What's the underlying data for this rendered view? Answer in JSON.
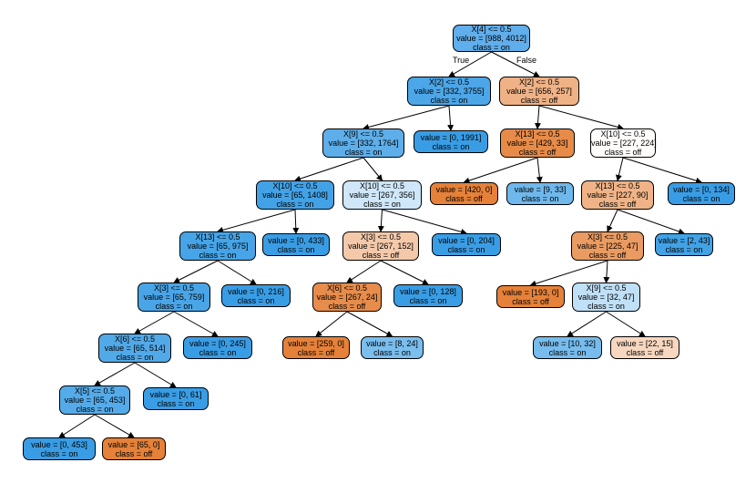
{
  "edge_labels": {
    "true_label": "True",
    "false_label": "False"
  },
  "nodes": {
    "n0": {
      "lines": [
        "X[4] <= 0.5",
        "value = [988, 4012]",
        "class = on"
      ],
      "color": "#60aeeb"
    },
    "n1": {
      "lines": [
        "X[2] <= 0.5",
        "value = [332, 3755]",
        "class = on"
      ],
      "color": "#4ca6e8"
    },
    "n2": {
      "lines": [
        "X[9] <= 0.5",
        "value = [332, 1764]",
        "class = on"
      ],
      "color": "#5eaeea"
    },
    "n3": {
      "lines": [
        "X[10] <= 0.5",
        "value = [65, 1408]",
        "class = on"
      ],
      "color": "#43a2e6"
    },
    "n4": {
      "lines": [
        "X[13] <= 0.5",
        "value = [65, 975]",
        "class = on"
      ],
      "color": "#46a4e7"
    },
    "n5": {
      "lines": [
        "X[3] <= 0.5",
        "value = [65, 759]",
        "class = on"
      ],
      "color": "#4aa5e7"
    },
    "n6": {
      "lines": [
        "X[6] <= 0.5",
        "value = [65, 514]",
        "class = on"
      ],
      "color": "#52a9e8"
    },
    "n7": {
      "lines": [
        "X[5] <= 0.5",
        "value = [65, 453]",
        "class = on"
      ],
      "color": "#55abe9"
    },
    "n8": {
      "lines": [
        "value = [0, 453]",
        "class = on"
      ],
      "color": "#399de5"
    },
    "n9": {
      "lines": [
        "value = [65, 0]",
        "class = off"
      ],
      "color": "#e58139"
    },
    "n10": {
      "lines": [
        "value = [0, 61]",
        "class = on"
      ],
      "color": "#399de5"
    },
    "n11": {
      "lines": [
        "value = [0, 245]",
        "class = on"
      ],
      "color": "#399de5"
    },
    "n12": {
      "lines": [
        "value = [0, 216]",
        "class = on"
      ],
      "color": "#399de5"
    },
    "n13": {
      "lines": [
        "value = [0, 433]",
        "class = on"
      ],
      "color": "#399de5"
    },
    "n14": {
      "lines": [
        "X[10] <= 0.5",
        "value = [267, 356]",
        "class = on"
      ],
      "color": "#cfe7f9"
    },
    "n15": {
      "lines": [
        "X[3] <= 0.5",
        "value = [267, 152]",
        "class = off"
      ],
      "color": "#f4c9aa"
    },
    "n16": {
      "lines": [
        "X[6] <= 0.5",
        "value = [267, 24]",
        "class = off"
      ],
      "color": "#e78c4b"
    },
    "n17": {
      "lines": [
        "value = [259, 0]",
        "class = off"
      ],
      "color": "#e58139"
    },
    "n18": {
      "lines": [
        "value = [8, 24]",
        "class = on"
      ],
      "color": "#7bbeee"
    },
    "n19": {
      "lines": [
        "value = [0, 128]",
        "class = on"
      ],
      "color": "#399de5"
    },
    "n20": {
      "lines": [
        "value = [0, 204]",
        "class = on"
      ],
      "color": "#399de5"
    },
    "n21": {
      "lines": [
        "value = [0, 1991]",
        "class = on"
      ],
      "color": "#399de5"
    },
    "n22": {
      "lines": [
        "X[2] <= 0.5",
        "value = [656, 257]",
        "class = off"
      ],
      "color": "#efb286"
    },
    "n23": {
      "lines": [
        "X[13] <= 0.5",
        "value = [429, 33]",
        "class = off"
      ],
      "color": "#e78b48"
    },
    "n24": {
      "lines": [
        "value = [420, 0]",
        "class = off"
      ],
      "color": "#e58139"
    },
    "n25": {
      "lines": [
        "value = [9, 33]",
        "class = on"
      ],
      "color": "#6fb8ec"
    },
    "n26": {
      "lines": [
        "X[10] <= 0.5",
        "value = [227, 224]",
        "class = off"
      ],
      "color": "#fffdfc"
    },
    "n27": {
      "lines": [
        "X[13] <= 0.5",
        "value = [227, 90]",
        "class = off"
      ],
      "color": "#efb387"
    },
    "n28": {
      "lines": [
        "X[3] <= 0.5",
        "value = [225, 47]",
        "class = off"
      ],
      "color": "#ea9b62"
    },
    "n29": {
      "lines": [
        "value = [193, 0]",
        "class = off"
      ],
      "color": "#e58139"
    },
    "n30": {
      "lines": [
        "X[9] <= 0.5",
        "value = [32, 47]",
        "class = on"
      ],
      "color": "#c0e0f7"
    },
    "n31": {
      "lines": [
        "value = [10, 32]",
        "class = on"
      ],
      "color": "#77bced"
    },
    "n32": {
      "lines": [
        "value = [22, 15]",
        "class = off"
      ],
      "color": "#f7d7c0"
    },
    "n33": {
      "lines": [
        "value = [2, 43]",
        "class = on"
      ],
      "color": "#42a2e6"
    },
    "n34": {
      "lines": [
        "value = [0, 134]",
        "class = on"
      ],
      "color": "#399de5"
    }
  }
}
